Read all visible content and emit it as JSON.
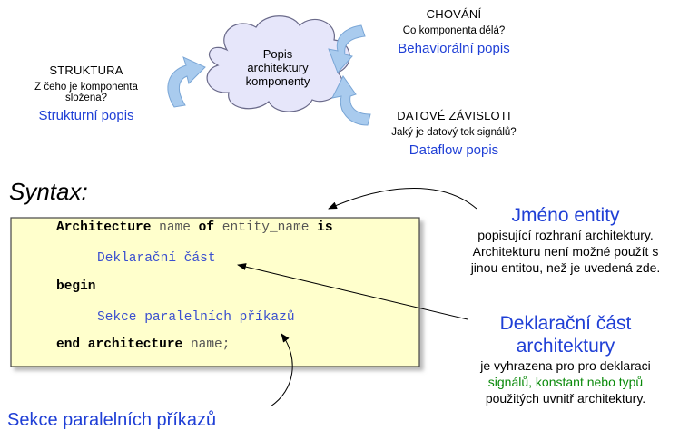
{
  "cloud": {
    "line1": "Popis",
    "line2": "architektury",
    "line3": "komponenty"
  },
  "struktura": {
    "title": "STRUKTURA",
    "question_line1": "Z čeho je komponenta",
    "question_line2": "složena?",
    "label": "Strukturní popis"
  },
  "chovani": {
    "title": "CHOVÁNÍ",
    "question": "Co komponenta dělá?",
    "label": "Behaviorální popis"
  },
  "datove": {
    "title": "DATOVÉ ZÁVISLOTI",
    "question": "Jaký je datový tok signálů?",
    "label": "Dataflow popis"
  },
  "syntax_heading": "Syntax:",
  "code": {
    "line1_kw1": "Architecture",
    "line1_id1": "name",
    "line1_kw2": "of",
    "line1_id2": "entity_name",
    "line1_kw3": "is",
    "line2": "Deklarační část",
    "line3": "begin",
    "line4": "Sekce paralelních příkazů",
    "line5_kw": "end architecture",
    "line5_id": "name;"
  },
  "entity_note": {
    "title": "Jméno entity",
    "line1": "popisující rozhraní architektury.",
    "line2": "Architekturu není možné použít s",
    "line3": "jinou entitou, než je uvedená zde."
  },
  "decl_note": {
    "title_line1": "Deklarační část",
    "title_line2": "architektury",
    "line1": "je vyhrazena pro pro deklaraci",
    "line2": "signálů, konstant nebo typů",
    "line3": "použitých uvnitř architektury."
  },
  "sekce_label": "Sekce paralelních příkazů",
  "colors": {
    "blue_text": "#1f3fd6",
    "code_blue": "#3a4fcf",
    "green_text": "#0a8a0a",
    "cloud_fill": "#e6e6fa",
    "arrow_fill": "#a9cbee",
    "code_box_fill": "#ffffcc"
  }
}
